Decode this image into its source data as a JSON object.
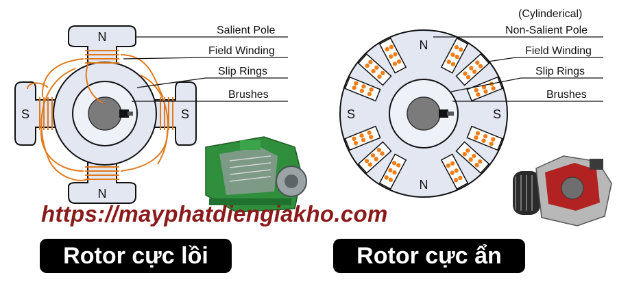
{
  "salient": {
    "poles": {
      "top": "N",
      "bottom": "N",
      "left": "S",
      "right": "S"
    },
    "labels": {
      "salient_pole": "Salient Pole",
      "field_winding": "Field Winding",
      "slip_rings": "Slip Rings",
      "brushes": "Brushes"
    },
    "badge": "Rotor cực lồi"
  },
  "cylindrical": {
    "poles": {
      "top": "N",
      "bottom": "N",
      "left": "S",
      "right": "S"
    },
    "labels": {
      "type_line1": "(Cylinderical)",
      "type_line2": "Non-Salient Pole",
      "field_winding": "Field Winding",
      "slip_rings": "Slip Rings",
      "brushes": "Brushes"
    },
    "badge": "Rotor cực ẩn"
  },
  "watermark_url": "https://mayphatdiengiakho.com",
  "colors": {
    "rotor_fill": "#e3e7f2",
    "shaft": "#7b7b7b",
    "winding": "#e07a1c",
    "conductor": "#f07f19",
    "url": "#8b1a1a",
    "badge_bg": "#000000"
  }
}
